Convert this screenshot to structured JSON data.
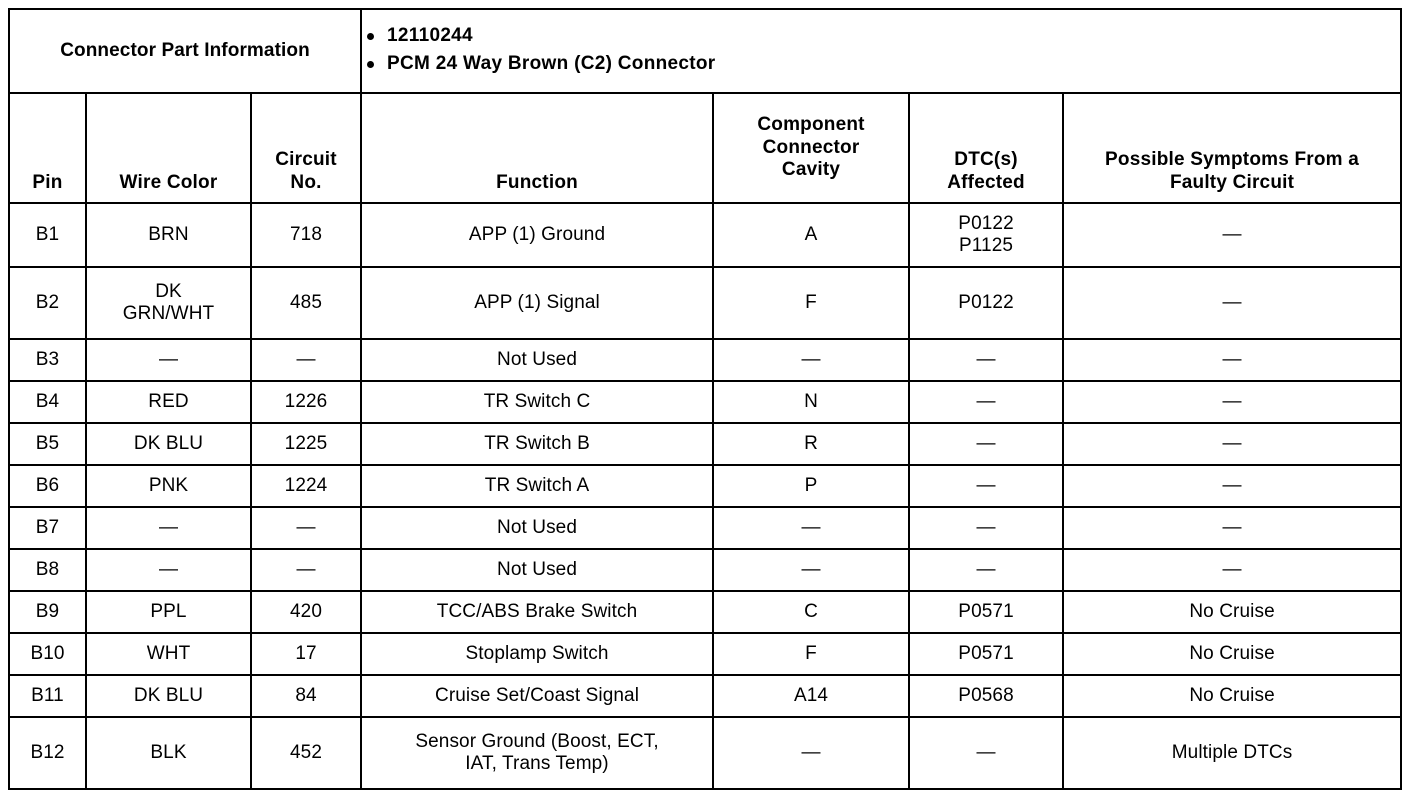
{
  "document": {
    "type": "connector-pinout-table",
    "info_label": "Connector Part Information",
    "part_bullets": [
      "12110244",
      "PCM 24 Way Brown (C2) Connector"
    ]
  },
  "table": {
    "columns": [
      "Pin",
      "Wire Color",
      "Circuit No.",
      "Function",
      "Component Connector Cavity",
      "DTC(s) Affected",
      "Possible Symptoms From a Faulty Circuit"
    ],
    "column_headers": {
      "pin": "Pin",
      "wire_color": "Wire Color",
      "circuit_no_line1": "Circuit",
      "circuit_no_line2": "No.",
      "function": "Function",
      "cavity_line1": "Component",
      "cavity_line2": "Connector",
      "cavity_line3": "Cavity",
      "dtc_line1": "DTC(s)",
      "dtc_line2": "Affected",
      "symptom_line1": "Possible Symptoms From a",
      "symptom_line2": "Faulty Circuit"
    },
    "rows": [
      {
        "pin": "B1",
        "wire_color": "BRN",
        "circuit_no": "718",
        "function": "APP (1) Ground",
        "cavity": "A",
        "dtc_line1": "P0122",
        "dtc_line2": "P1125",
        "symptom": "—"
      },
      {
        "pin": "B2",
        "wire_color_line1": "DK",
        "wire_color_line2": "GRN/WHT",
        "circuit_no": "485",
        "function": "APP (1) Signal",
        "cavity": "F",
        "dtc": "P0122",
        "symptom": "—"
      },
      {
        "pin": "B3",
        "wire_color": "—",
        "circuit_no": "—",
        "function": "Not Used",
        "cavity": "—",
        "dtc": "—",
        "symptom": "—"
      },
      {
        "pin": "B4",
        "wire_color": "RED",
        "circuit_no": "1226",
        "function": "TR Switch C",
        "cavity": "N",
        "dtc": "—",
        "symptom": "—"
      },
      {
        "pin": "B5",
        "wire_color": "DK BLU",
        "circuit_no": "1225",
        "function": "TR Switch B",
        "cavity": "R",
        "dtc": "—",
        "symptom": "—"
      },
      {
        "pin": "B6",
        "wire_color": "PNK",
        "circuit_no": "1224",
        "function": "TR Switch A",
        "cavity": "P",
        "dtc": "—",
        "symptom": "—"
      },
      {
        "pin": "B7",
        "wire_color": "—",
        "circuit_no": "—",
        "function": "Not Used",
        "cavity": "—",
        "dtc": "—",
        "symptom": "—"
      },
      {
        "pin": "B8",
        "wire_color": "—",
        "circuit_no": "—",
        "function": "Not Used",
        "cavity": "—",
        "dtc": "—",
        "symptom": "—"
      },
      {
        "pin": "B9",
        "wire_color": "PPL",
        "circuit_no": "420",
        "function": "TCC/ABS Brake Switch",
        "cavity": "C",
        "dtc": "P0571",
        "symptom": "No Cruise"
      },
      {
        "pin": "B10",
        "wire_color": "WHT",
        "circuit_no": "17",
        "function": "Stoplamp Switch",
        "cavity": "F",
        "dtc": "P0571",
        "symptom": "No Cruise"
      },
      {
        "pin": "B11",
        "wire_color": "DK BLU",
        "circuit_no": "84",
        "function": "Cruise Set/Coast Signal",
        "cavity": "A14",
        "dtc": "P0568",
        "symptom": "No Cruise"
      },
      {
        "pin": "B12",
        "wire_color": "BLK",
        "circuit_no": "452",
        "function_line1": "Sensor Ground (Boost, ECT,",
        "function_line2": "IAT, Trans Temp)",
        "cavity": "—",
        "dtc": "—",
        "symptom": "Multiple DTCs"
      }
    ]
  },
  "colors": {
    "ink": "#000000",
    "paper": "#ffffff"
  }
}
